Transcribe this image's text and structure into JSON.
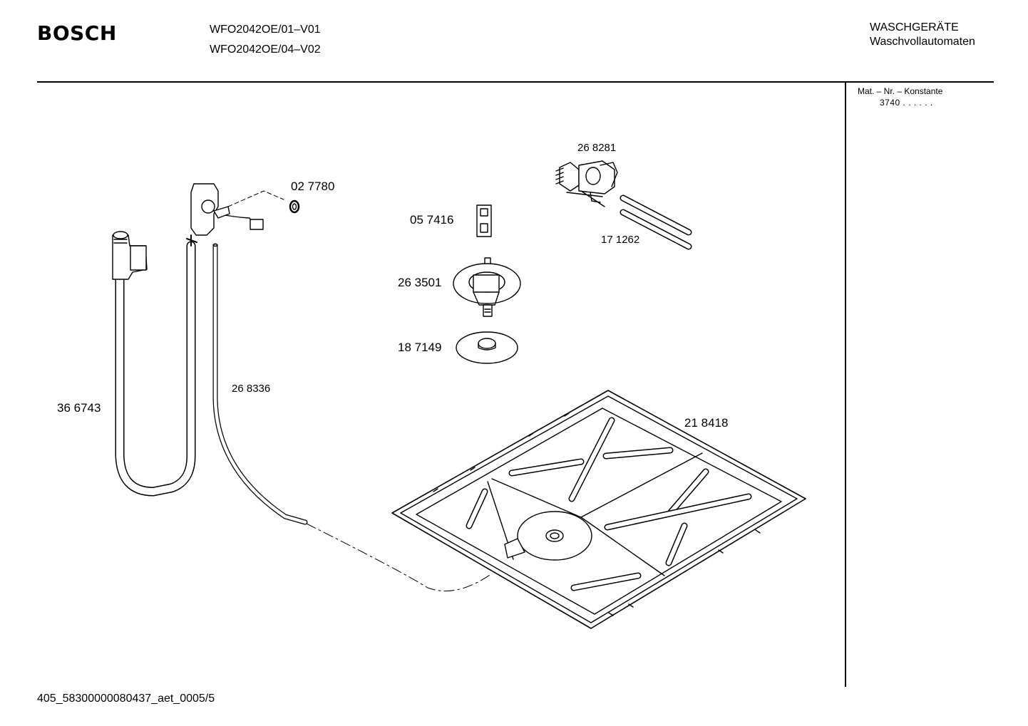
{
  "header": {
    "brand": "BOSCH",
    "models": [
      "WFO2042OE/01–V01",
      "WFO2042OE/04–V02"
    ],
    "category_line1": "WASCHGERÄTE",
    "category_line2": "Waschvollautomaten"
  },
  "side_panel": {
    "mat_label": "Mat. – Nr. – Konstante",
    "mat_value": "3740  .  .   .  .  .  ."
  },
  "parts": [
    {
      "number": "02 7780",
      "name": "washer-ring"
    },
    {
      "number": "05 7416",
      "name": "clip"
    },
    {
      "number": "26 8281",
      "name": "valve"
    },
    {
      "number": "17 1262",
      "name": "tubes"
    },
    {
      "number": "26 3501",
      "name": "level-sensor"
    },
    {
      "number": "18 7149",
      "name": "disc"
    },
    {
      "number": "36 6743",
      "name": "inlet-hose"
    },
    {
      "number": "26 8336",
      "name": "pressure-tube"
    },
    {
      "number": "21 8418",
      "name": "base-plate"
    }
  ],
  "footer": {
    "doc_id": "405_58300000080437_aet_0005/5"
  }
}
